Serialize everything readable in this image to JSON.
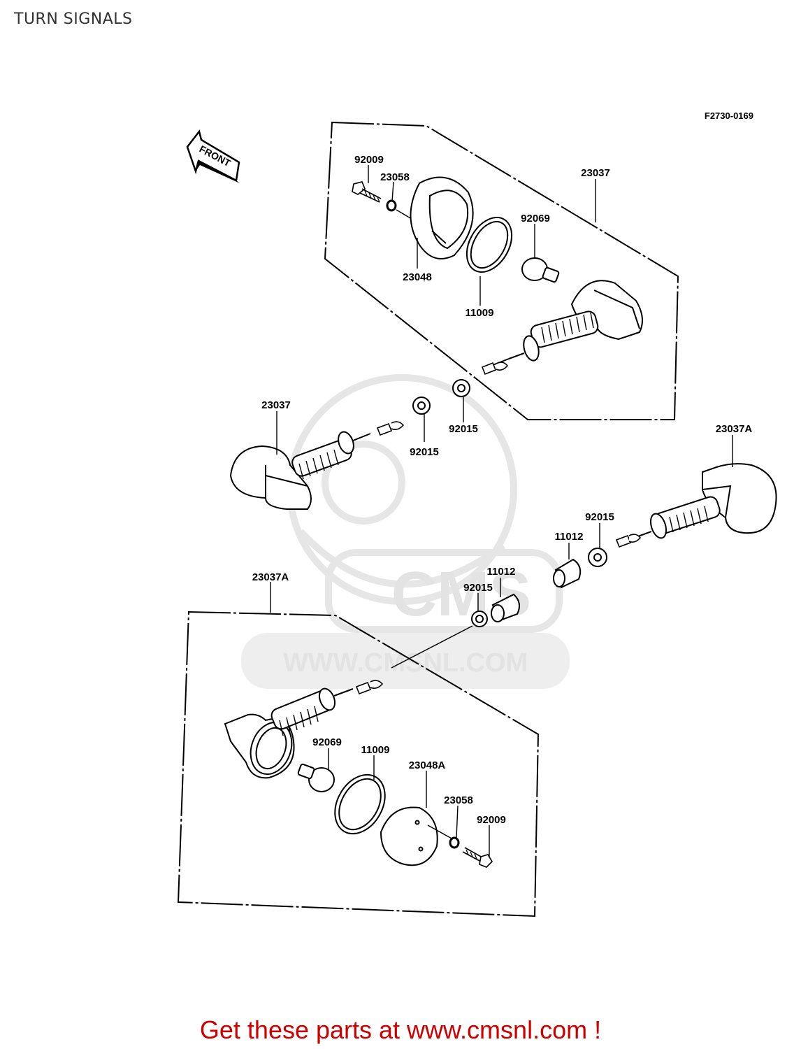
{
  "title": "TURN SIGNALS",
  "reference": "F2730-0169",
  "front_arrow": "FRONT",
  "watermark": {
    "logo": "CMS",
    "url": "WWW.CMSNL.COM"
  },
  "callouts": {
    "front_right": {
      "bolt": "92009",
      "washer": "23058",
      "assembly": "23037",
      "lens_cover": "23048",
      "bulb": "92069",
      "gasket": "11009",
      "nut": "92015"
    },
    "front_left": {
      "assembly": "23037",
      "nut": "92015"
    },
    "rear_right": {
      "assembly": "23037A",
      "nut": "92015",
      "spacer": "11012"
    },
    "rear_middle": {
      "spacer": "11012",
      "nut": "92015"
    },
    "rear_left": {
      "assembly": "23037A",
      "bulb": "92069",
      "gasket": "11009",
      "lens_cover": "23048A",
      "washer": "23058",
      "bolt": "92009"
    }
  },
  "footer": "Get these parts at www.cmsnl.com !",
  "colors": {
    "ink": "#000000",
    "watermark": "#e3e3e3",
    "footer": "#cc0000"
  }
}
